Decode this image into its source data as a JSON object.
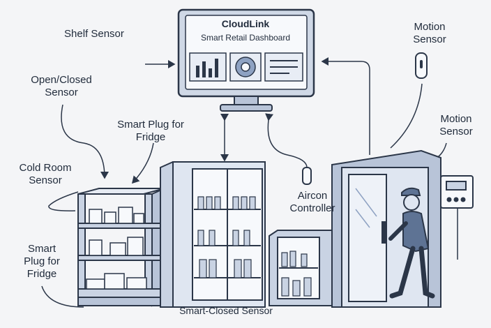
{
  "monitor": {
    "title": "CloudLink",
    "subtitle": "Smart Retail Dashboard",
    "icons": [
      "bar-chart-icon",
      "donut-chart-icon",
      "list-icon"
    ]
  },
  "labels": {
    "shelf_sensor": "Shelf Sensor",
    "open_closed_sensor": "Open/Closed Sensor",
    "smart_plug_fridge_top": "Smart Plug for Fridge",
    "cold_room_sensor": "Cold Room Sensor",
    "smart_plug_fridge_left": "Smart Plug for Fridge",
    "motion_sensor_top": "Motion Sensor",
    "motion_sensor_right": "Motion Sensor",
    "aircon_controller": "Aircon Controller",
    "smart_closed_sensor": "Smart-Closed Sensor"
  },
  "colors": {
    "ink": "#2b3648",
    "fill": "#c9d3e3",
    "fill_light": "#e6ebf3",
    "screen": "#dfe6f1",
    "accent": "#8ea2c2"
  }
}
